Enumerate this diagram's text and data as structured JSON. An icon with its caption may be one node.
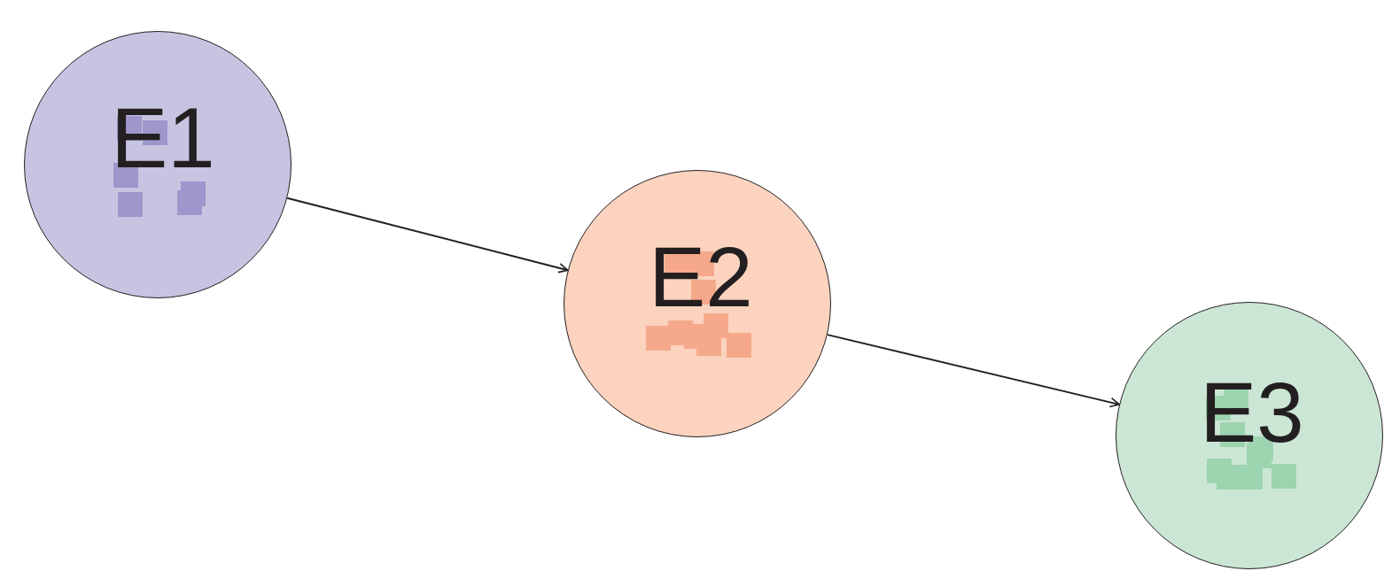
{
  "diagram": {
    "nodes": [
      {
        "text": [
          "E1"
        ]
      },
      {
        "text": [
          "E2"
        ]
      },
      {
        "text": [
          "E3"
        ]
      }
    ],
    "edges": [
      {
        "from": 0,
        "to": 1,
        "arrow": "to"
      },
      {
        "from": 1,
        "to": 2,
        "arrow": "to"
      }
    ]
  }
}
